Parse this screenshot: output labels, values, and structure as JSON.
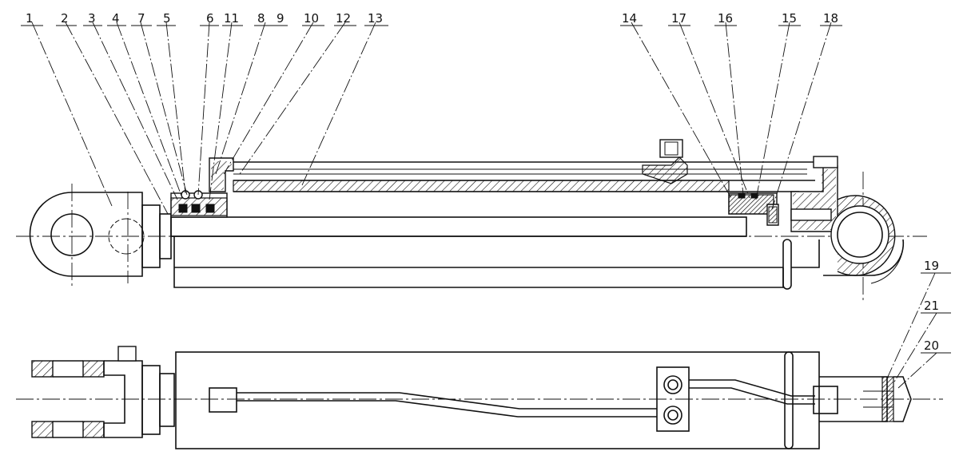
{
  "part_labels": [
    {
      "id": "p1",
      "text": "1"
    },
    {
      "id": "p2",
      "text": "2"
    },
    {
      "id": "p3",
      "text": "3"
    },
    {
      "id": "p4",
      "text": "4"
    },
    {
      "id": "p7",
      "text": "7"
    },
    {
      "id": "p5",
      "text": "5"
    },
    {
      "id": "p6",
      "text": "6"
    },
    {
      "id": "p11",
      "text": "11"
    },
    {
      "id": "p8",
      "text": "8"
    },
    {
      "id": "p9",
      "text": "9"
    },
    {
      "id": "p10",
      "text": "10"
    },
    {
      "id": "p12",
      "text": "12"
    },
    {
      "id": "p13",
      "text": "13"
    },
    {
      "id": "p14",
      "text": "14"
    },
    {
      "id": "p17",
      "text": "17"
    },
    {
      "id": "p16",
      "text": "16"
    },
    {
      "id": "p15",
      "text": "15"
    },
    {
      "id": "p18",
      "text": "18"
    },
    {
      "id": "p19",
      "text": "19"
    },
    {
      "id": "p21",
      "text": "21"
    },
    {
      "id": "p20",
      "text": "20"
    }
  ],
  "colors": {
    "line": "#111111",
    "background": "#ffffff"
  }
}
